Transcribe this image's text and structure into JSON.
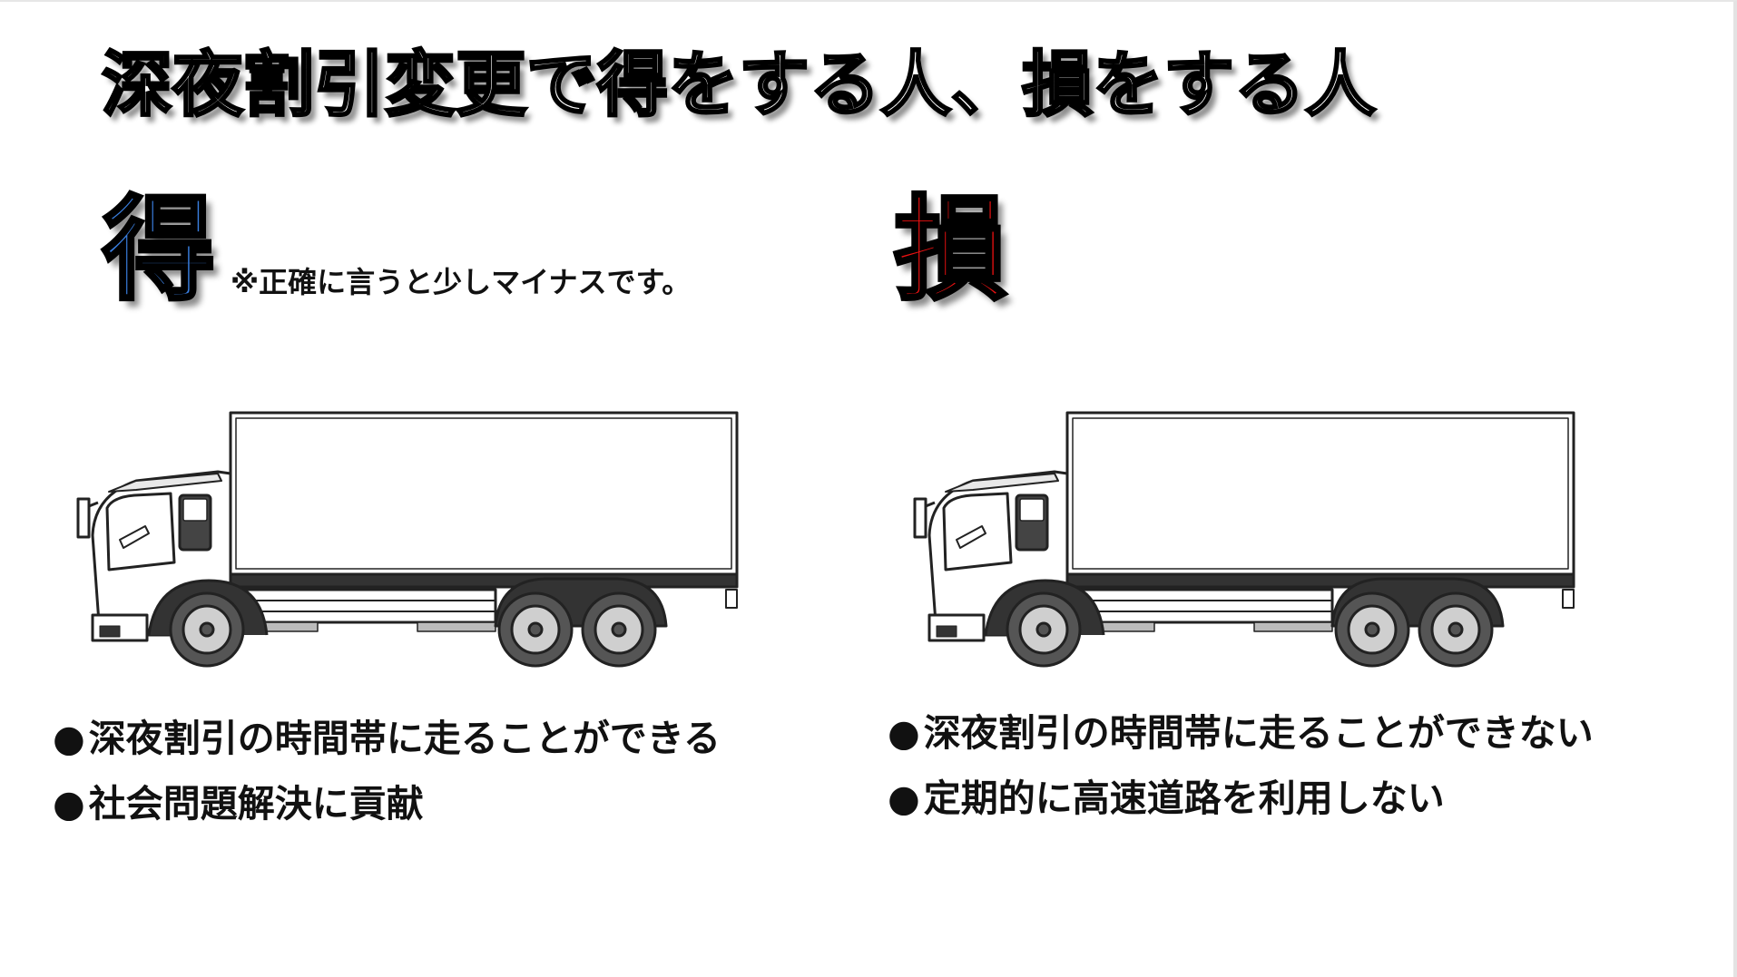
{
  "title": "深夜割引変更で得をする人、損をする人",
  "gain": {
    "label": "得",
    "note": "※正確に言うと少しマイナスです。",
    "bullets": [
      "深夜割引の時間帯に走ることができる",
      "社会問題解決に貢献"
    ]
  },
  "loss": {
    "label": "損",
    "bullets": [
      "深夜割引の時間帯に走ることができない",
      "定期的に高速道路を利用しない"
    ]
  },
  "colors": {
    "gain": "#3a7fe0",
    "loss": "#ee1111",
    "title_fill": "#ffffff",
    "outline": "#000000"
  },
  "icons": [
    "truck-illustration"
  ]
}
